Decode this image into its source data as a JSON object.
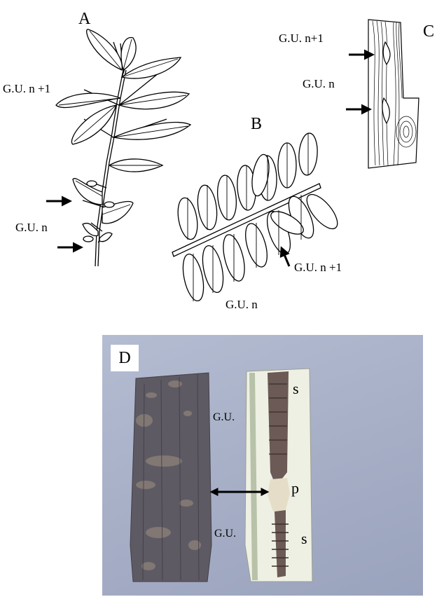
{
  "panels": {
    "A": {
      "letter": "A",
      "upper_label": "G.U. n +1",
      "lower_label": "G.U. n"
    },
    "B": {
      "letter": "B",
      "upper_label": "G.U. n +1",
      "lower_label": "G.U. n"
    },
    "C": {
      "letter": "C",
      "upper_label": "G.U. n+1",
      "lower_label": "G.U. n"
    },
    "D": {
      "letter": "D",
      "gu_upper": "G.U.",
      "gu_lower": "G.U.",
      "s_upper": "s",
      "p": "p",
      "s_lower": "s"
    }
  },
  "colors": {
    "line": "#000000",
    "photo_background": "#a9b1c8",
    "bark": "#5e5a63",
    "wood": "#eef0e4",
    "pith": "#6b5a55"
  }
}
